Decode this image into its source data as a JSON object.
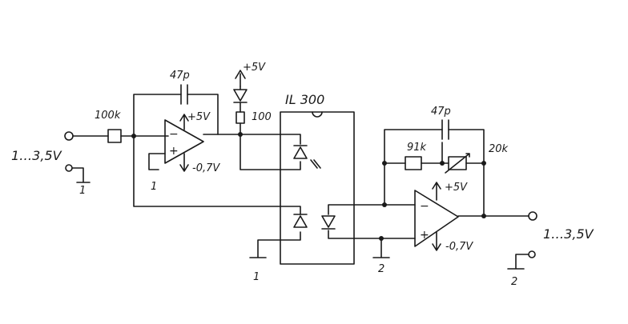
{
  "labels": {
    "input_voltage": "1…3,5V",
    "output_voltage": "1…3,5V",
    "r_in": "100k",
    "c_fb1": "47p",
    "c_fb2": "47p",
    "supply_plus_top": "+5V",
    "supply_plus_op1": "+5V",
    "supply_minus_op1": "-0,7V",
    "supply_plus_op2": "+5V",
    "supply_minus_op2": "-0,7V",
    "r_led": "100",
    "ic_name": "IL 300",
    "r_91k": "91k",
    "r_20k": "20k",
    "gnd1": "1",
    "gnd1b": "1",
    "gnd1c": "1",
    "gnd2": "2",
    "gnd2b": "2",
    "op_plus": "+",
    "op_minus": "−"
  }
}
